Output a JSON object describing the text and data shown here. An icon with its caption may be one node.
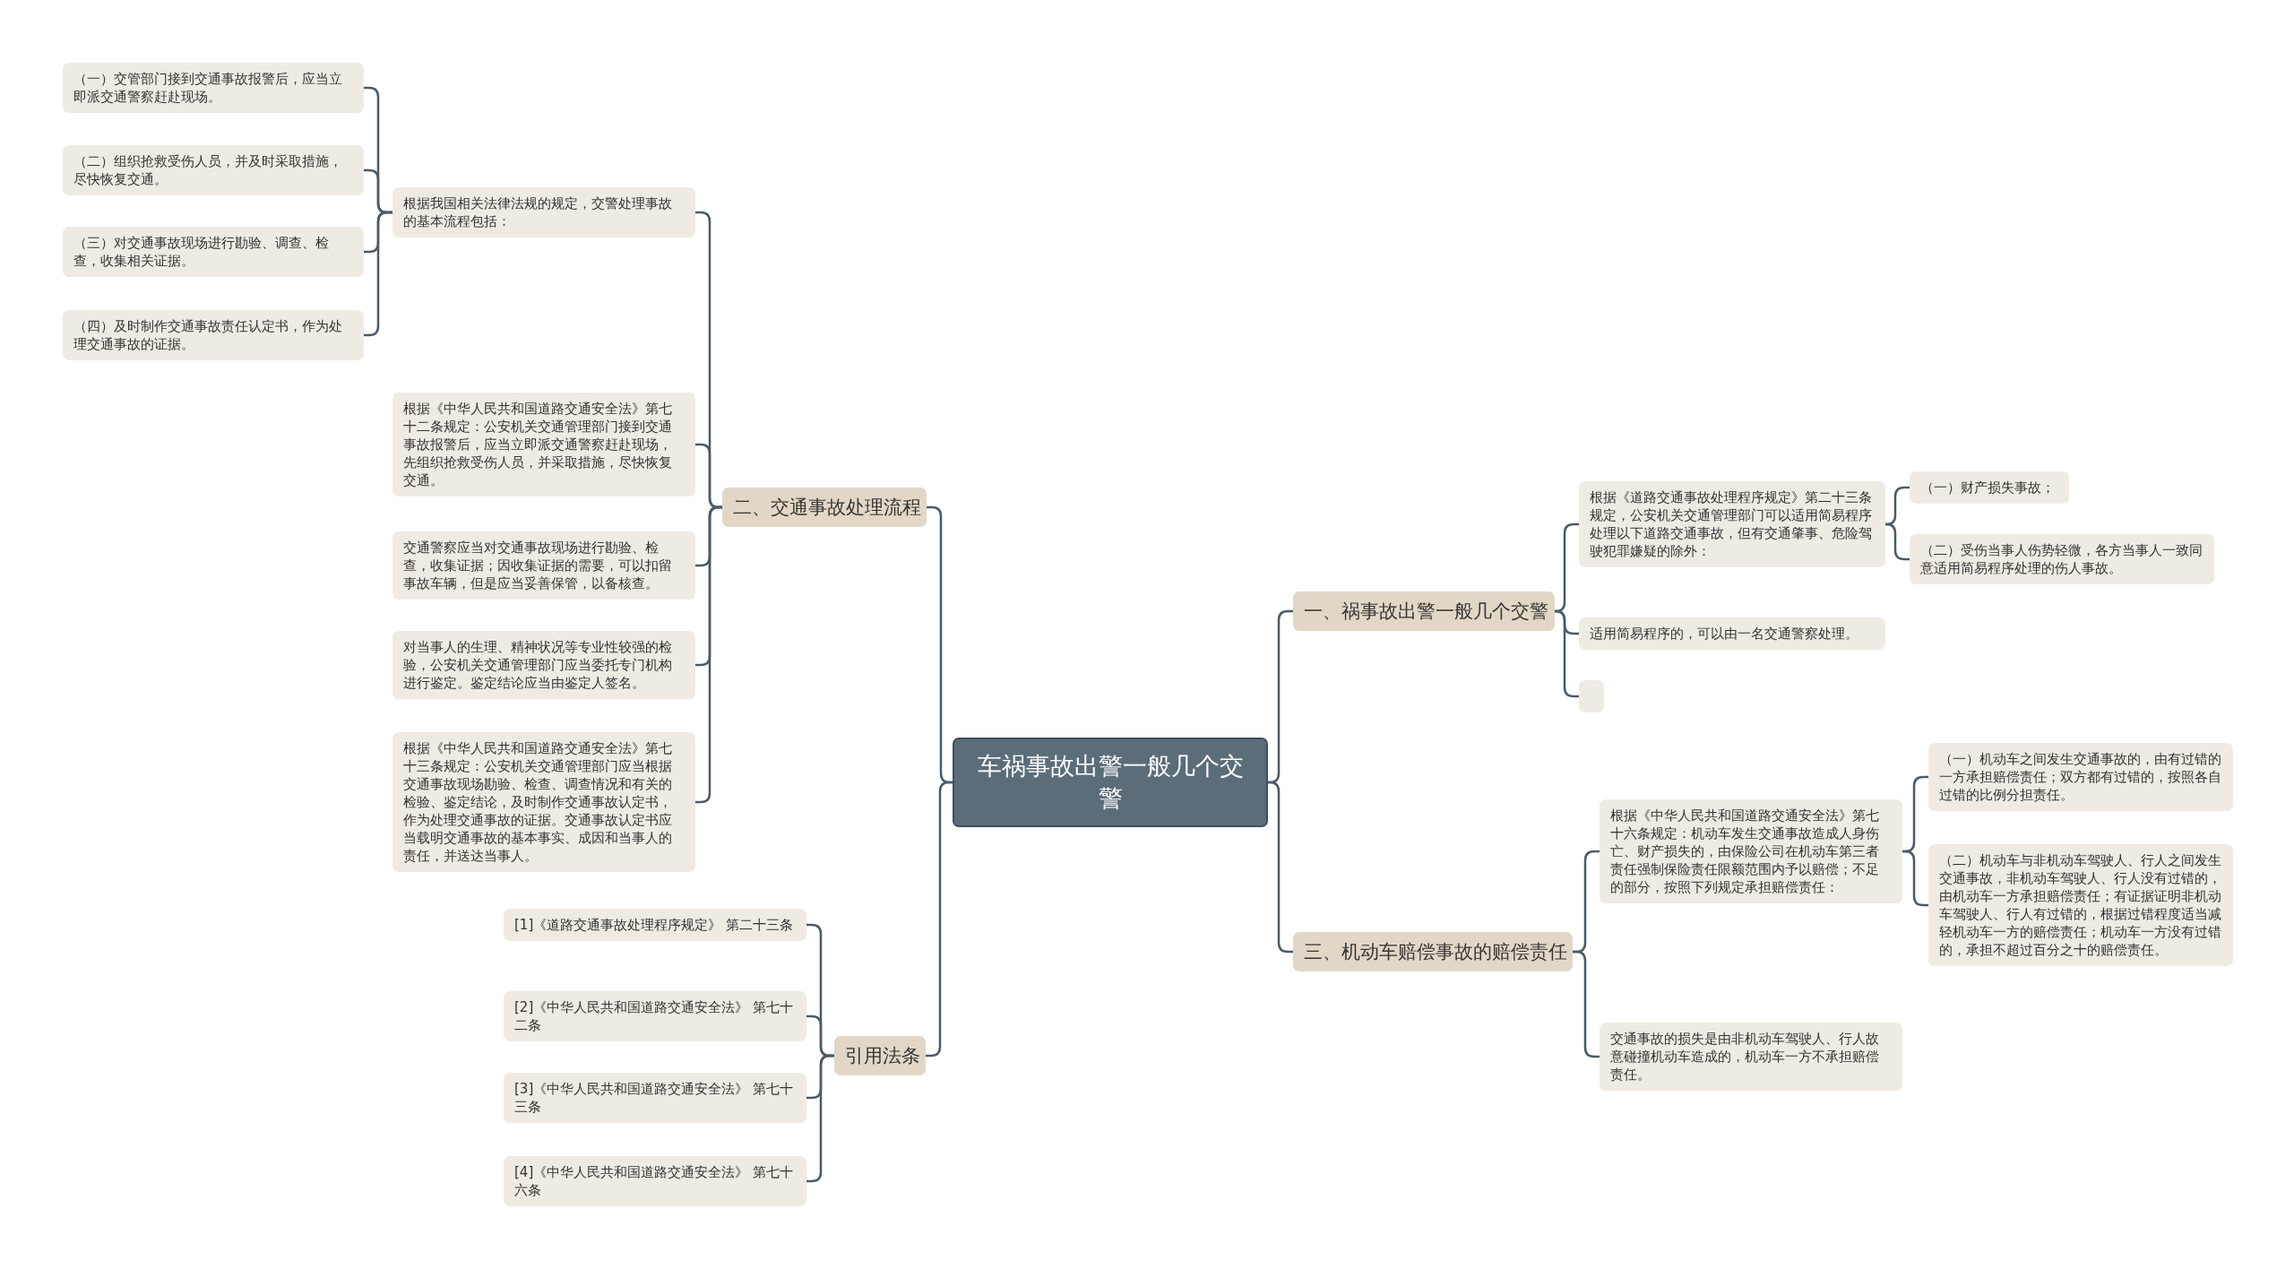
{
  "diagram": {
    "nodes": [
      {
        "text": [
          "车祸事故出警一般几个交警"
        ]
      },
      {
        "text": [
          "一、祸事故出警一般几个交警"
        ]
      },
      {
        "text": [
          "根据《道路交通事故处理程序规定》第二十三条规定，公安机关交通管理部门可以适用简易程序处理以下道路交通事故，但有交通肇事、危险驾驶犯罪嫌疑的除外："
        ]
      },
      {
        "text": [
          "（一）财产损失事故；"
        ]
      },
      {
        "text": [
          "（二）受伤当事人伤势轻微，各方当事人一致同意适用简易程序处理的伤人事故。"
        ]
      },
      {
        "text": [
          "适用简易程序的，可以由一名交通警察处理。"
        ]
      },
      {
        "text": [],
        "shape": "box"
      },
      {
        "text": [
          "二、交通事故处理流程"
        ]
      },
      {
        "text": [
          "根据我国相关法律法规的规定，交警处理事故的基本流程包括："
        ]
      },
      {
        "text": [
          "（一）交管部门接到交通事故报警后，应当立即派交通警察赶赴现场。"
        ]
      },
      {
        "text": [
          "（二）组织抢救受伤人员，并及时采取措施，尽快恢复交通。"
        ]
      },
      {
        "text": [
          "（三）对交通事故现场进行勘验、调查、检查，收集相关证据。"
        ]
      },
      {
        "text": [
          "（四）及时制作交通事故责任认定书，作为处理交通事故的证据。"
        ]
      },
      {
        "text": [
          "根据《中华人民共和国道路交通安全法》第七十二条规定：公安机关交通管理部门接到交通事故报警后，应当立即派交通警察赶赴现场，先组织抢救受伤人员，并采取措施，尽快恢复交通。"
        ]
      },
      {
        "text": [
          "交通警察应当对交通事故现场进行勘验、检查，收集证据；因收集证据的需要，可以扣留事故车辆，但是应当妥善保管，以备核查。"
        ]
      },
      {
        "text": [
          "对当事人的生理、精神状况等专业性较强的检验，公安机关交通管理部门应当委托专门机构进行鉴定。鉴定结论应当由鉴定人签名。"
        ]
      },
      {
        "text": [
          "根据《中华人民共和国道路交通安全法》第七十三条规定：公安机关交通管理部门应当根据交通事故现场勘验、检查、调查情况和有关的检验、鉴定结论，及时制作交通事故认定书，作为处理交通事故的证据。交通事故认定书应当载明交通事故的基本事实、成因和当事人的责任，并送达当事人。"
        ]
      },
      {
        "text": [
          "三、机动车赔偿事故的赔偿责任"
        ]
      },
      {
        "text": [
          "根据《中华人民共和国道路交通安全法》第七十六条规定：机动车发生交通事故造成人身伤亡、财产损失的，由保险公司在机动车第三者责任强制保险责任限额范围内予以赔偿；不足的部分，按照下列规定承担赔偿责任："
        ]
      },
      {
        "text": [
          "（一）机动车之间发生交通事故的，由有过错的一方承担赔偿责任；双方都有过错的，按照各自过错的比例分担责任。"
        ]
      },
      {
        "text": [
          "（二）机动车与非机动车驾驶人、行人之间发生交通事故，非机动车驾驶人、行人没有过错的，由机动车一方承担赔偿责任；有证据证明非机动车驾驶人、行人有过错的，根据过错程度适当减轻机动车一方的赔偿责任；机动车一方没有过错的，承担不超过百分之十的赔偿责任。"
        ]
      },
      {
        "text": [
          "交通事故的损失是由非机动车驾驶人、行人故意碰撞机动车造成的，机动车一方不承担赔偿责任。"
        ]
      },
      {
        "text": [
          "引用法条"
        ]
      },
      {
        "text": [
          "[1]《道路交通事故处理程序规定》 第二十三条"
        ]
      },
      {
        "text": [
          "[2]《中华人民共和国道路交通安全法》 第七十二条"
        ]
      },
      {
        "text": [
          "[3]《中华人民共和国道路交通安全法》 第七十三条"
        ]
      },
      {
        "text": [
          "[4]《中华人民共和国道路交通安全法》 第七十六条"
        ]
      }
    ],
    "edges": [
      {
        "from": 0,
        "to": 1,
        "arrow": "none"
      },
      {
        "from": 1,
        "to": 2,
        "arrow": "none"
      },
      {
        "from": 2,
        "to": 3,
        "arrow": "none"
      },
      {
        "from": 2,
        "to": 4,
        "arrow": "none"
      },
      {
        "from": 1,
        "to": 5,
        "arrow": "none"
      },
      {
        "from": 1,
        "to": 6,
        "arrow": "none"
      },
      {
        "from": 0,
        "to": 7,
        "arrow": "none"
      },
      {
        "from": 7,
        "to": 8,
        "arrow": "none"
      },
      {
        "from": 8,
        "to": 9,
        "arrow": "none"
      },
      {
        "from": 8,
        "to": 10,
        "arrow": "none"
      },
      {
        "from": 8,
        "to": 11,
        "arrow": "none"
      },
      {
        "from": 8,
        "to": 12,
        "arrow": "none"
      },
      {
        "from": 7,
        "to": 13,
        "arrow": "none"
      },
      {
        "from": 7,
        "to": 14,
        "arrow": "none"
      },
      {
        "from": 7,
        "to": 15,
        "arrow": "none"
      },
      {
        "from": 7,
        "to": 16,
        "arrow": "none"
      },
      {
        "from": 0,
        "to": 17,
        "arrow": "none"
      },
      {
        "from": 17,
        "to": 18,
        "arrow": "none"
      },
      {
        "from": 18,
        "to": 19,
        "arrow": "none"
      },
      {
        "from": 18,
        "to": 20,
        "arrow": "none"
      },
      {
        "from": 17,
        "to": 21,
        "arrow": "none"
      },
      {
        "from": 0,
        "to": 22,
        "arrow": "none"
      },
      {
        "from": 22,
        "to": 23,
        "arrow": "none"
      },
      {
        "from": 22,
        "to": 24,
        "arrow": "none"
      },
      {
        "from": 22,
        "to": 25,
        "arrow": "none"
      },
      {
        "from": 22,
        "to": 26,
        "arrow": "none"
      }
    ]
  }
}
